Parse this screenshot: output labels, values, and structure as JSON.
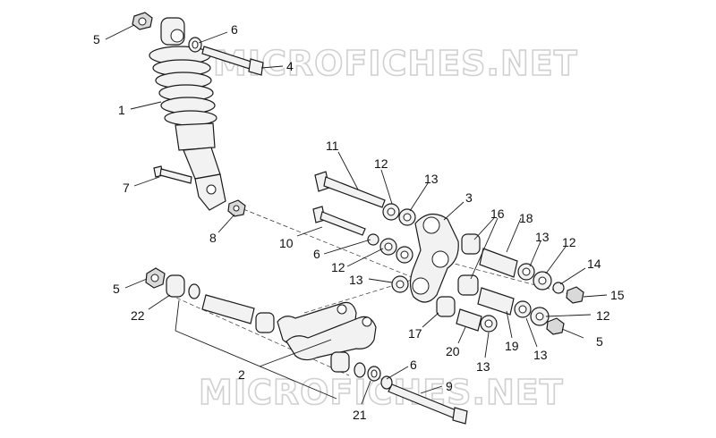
{
  "watermarks": [
    "MICROFICHES.NET",
    "MICROFICHES.NET"
  ],
  "callouts": [
    {
      "id": "c5a",
      "label": "5"
    },
    {
      "id": "c6a",
      "label": "6"
    },
    {
      "id": "c4",
      "label": "4"
    },
    {
      "id": "c1",
      "label": "1"
    },
    {
      "id": "c7",
      "label": "7"
    },
    {
      "id": "c8",
      "label": "8"
    },
    {
      "id": "c11",
      "label": "11"
    },
    {
      "id": "c12a",
      "label": "12"
    },
    {
      "id": "c13a",
      "label": "13"
    },
    {
      "id": "c3",
      "label": "3"
    },
    {
      "id": "c16",
      "label": "16"
    },
    {
      "id": "c18",
      "label": "18"
    },
    {
      "id": "c13b",
      "label": "13"
    },
    {
      "id": "c12b",
      "label": "12"
    },
    {
      "id": "c14",
      "label": "14"
    },
    {
      "id": "c15",
      "label": "15"
    },
    {
      "id": "c10",
      "label": "10"
    },
    {
      "id": "c6b",
      "label": "6"
    },
    {
      "id": "c12c",
      "label": "12"
    },
    {
      "id": "c13c",
      "label": "13"
    },
    {
      "id": "c5b",
      "label": "5"
    },
    {
      "id": "c22",
      "label": "22"
    },
    {
      "id": "c17",
      "label": "17"
    },
    {
      "id": "c20",
      "label": "20"
    },
    {
      "id": "c19",
      "label": "19"
    },
    {
      "id": "c13d",
      "label": "13"
    },
    {
      "id": "c12d",
      "label": "12"
    },
    {
      "id": "c5c",
      "label": "5"
    },
    {
      "id": "c13e",
      "label": "13"
    },
    {
      "id": "c2",
      "label": "2"
    },
    {
      "id": "c6c",
      "label": "6"
    },
    {
      "id": "c9",
      "label": "9"
    },
    {
      "id": "c21",
      "label": "21"
    }
  ]
}
